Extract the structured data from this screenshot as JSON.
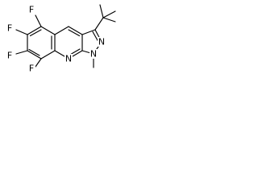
{
  "molecule": {
    "atoms": {
      "F5": "F",
      "F6": "F",
      "F7": "F",
      "F8": "F",
      "N_quinoline": "N",
      "N1": "N",
      "N2": "N"
    }
  }
}
